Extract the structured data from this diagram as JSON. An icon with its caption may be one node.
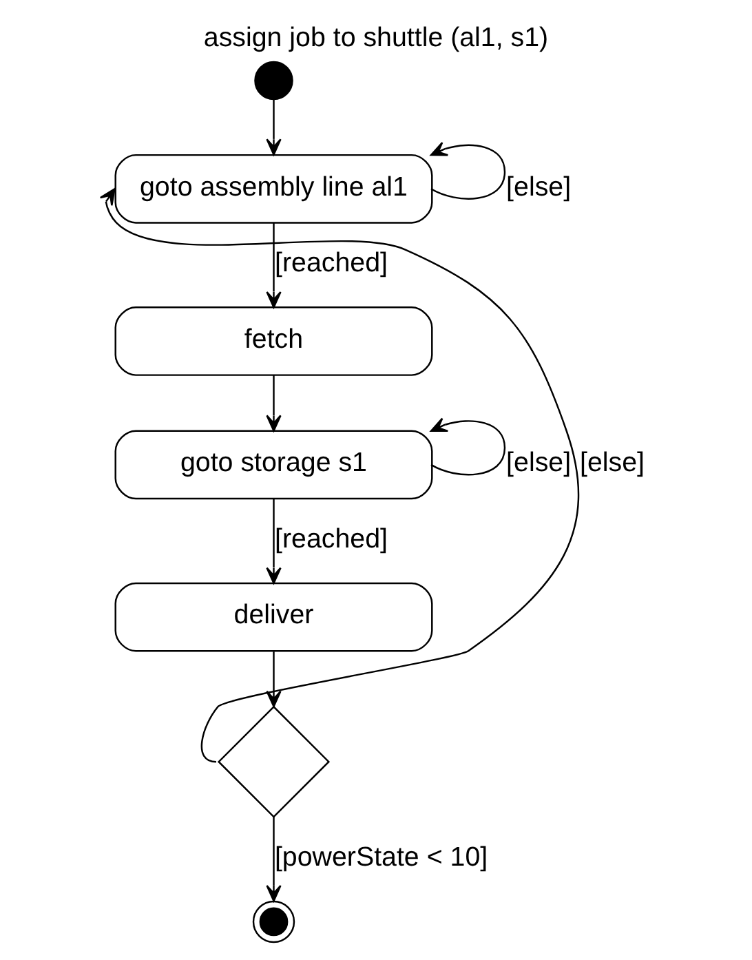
{
  "diagram": {
    "title": "assign job to shuttle (al1, s1)",
    "nodes": [
      {
        "text": [],
        "shape": "circle"
      },
      {
        "text": [
          "goto assembly line al1"
        ]
      },
      {
        "text": [
          "fetch"
        ]
      },
      {
        "text": [
          "goto storage s1"
        ]
      },
      {
        "text": [
          "deliver"
        ]
      },
      {
        "text": [],
        "shape": "diamond"
      },
      {
        "text": [],
        "shape": "bullseye"
      }
    ],
    "edges": [
      {
        "from": 0,
        "to": 1,
        "arrow": "to"
      },
      {
        "from": 1,
        "to": 1,
        "arrow": "to",
        "label": "[else]"
      },
      {
        "from": 1,
        "to": 2,
        "arrow": "to",
        "label": "[reached]"
      },
      {
        "from": 2,
        "to": 3,
        "arrow": "to"
      },
      {
        "from": 3,
        "to": 3,
        "arrow": "to",
        "label": "[else]"
      },
      {
        "from": 3,
        "to": 4,
        "arrow": "to",
        "label": "[reached]"
      },
      {
        "from": 4,
        "to": 5,
        "arrow": "to"
      },
      {
        "from": 5,
        "to": 1,
        "arrow": "to",
        "label": "[else]"
      },
      {
        "from": 5,
        "to": 6,
        "arrow": "to",
        "label": "[powerState < 10]"
      }
    ]
  }
}
